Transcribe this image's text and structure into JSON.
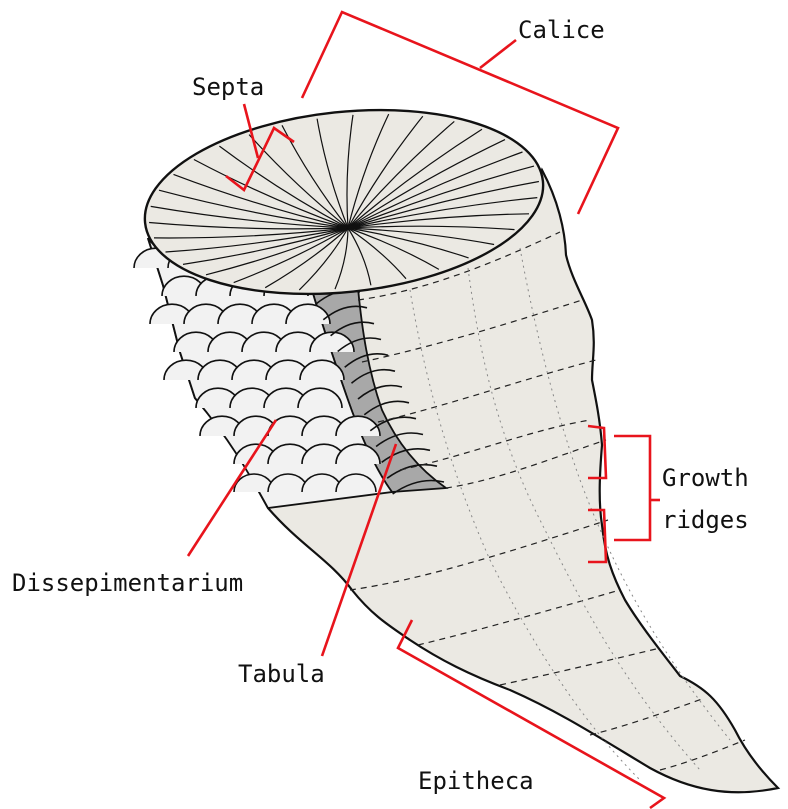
{
  "labels": {
    "calice": "Calice",
    "septa": "Septa",
    "growth_ridges_line1": "Growth",
    "growth_ridges_line2": "ridges",
    "dissepimentarium": "Dissepimentarium",
    "tabula": "Tabula",
    "epitheca": "Epitheca"
  },
  "colors": {
    "leader": "#e8141c",
    "body_fill": "#ebe9e3",
    "calice_fill": "#ebe9e3",
    "tabula_fill": "#a8a8a8",
    "cell_fill": "#f2f2f2",
    "outline": "#111111"
  }
}
